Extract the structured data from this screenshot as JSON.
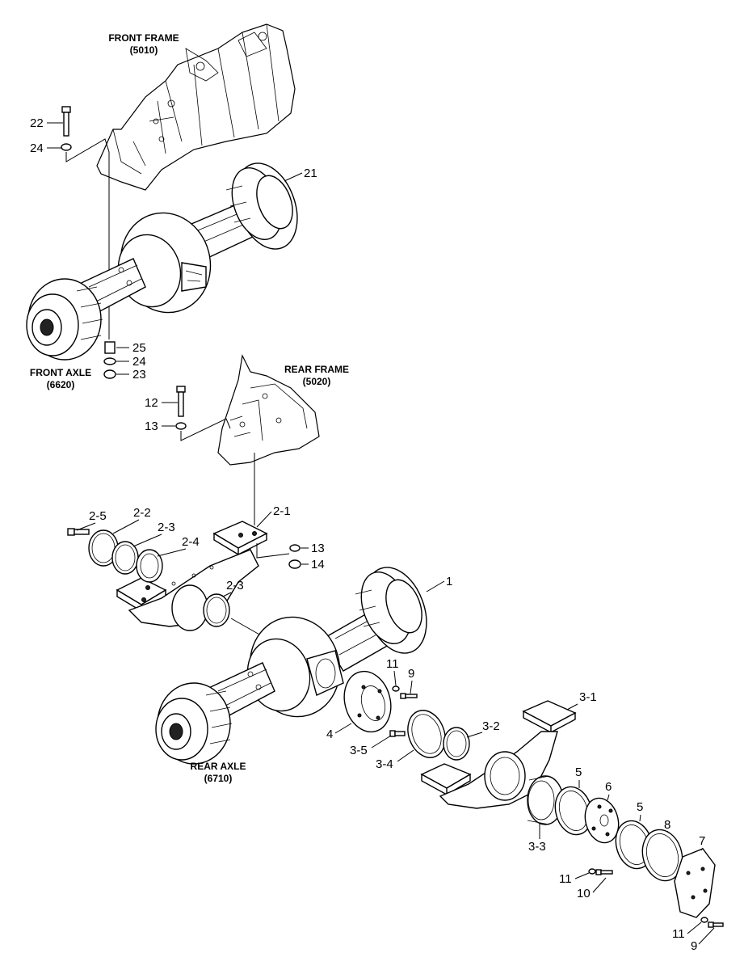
{
  "captions": {
    "front_frame": [
      "FRONT FRAME",
      "(5010)"
    ],
    "rear_frame": [
      "REAR FRAME",
      "(5020)"
    ],
    "front_axle": [
      "FRONT AXLE",
      "(6620)"
    ],
    "rear_axle": [
      "REAR AXLE",
      "(6710)"
    ]
  },
  "callouts": {
    "c22": "22",
    "c24a": "24",
    "c21": "21",
    "c25": "25",
    "c24b": "24",
    "c23": "23",
    "c12": "12",
    "c13a": "13",
    "c2_5": "2-5",
    "c2_2": "2-2",
    "c2_3a": "2-3",
    "c2_4": "2-4",
    "c2_1": "2-1",
    "c13b": "13",
    "c14": "14",
    "c2_3b": "2-3",
    "c1": "1",
    "c11a": "11",
    "c9a": "9",
    "c4": "4",
    "c3_5": "3-5",
    "c3_4": "3-4",
    "c3_2": "3-2",
    "c3_1": "3-1",
    "c3_3": "3-3",
    "c5a": "5",
    "c6": "6",
    "c5b": "5",
    "c8": "8",
    "c7": "7",
    "c11b": "11",
    "c10": "10",
    "c11c": "11",
    "c9b": "9"
  }
}
